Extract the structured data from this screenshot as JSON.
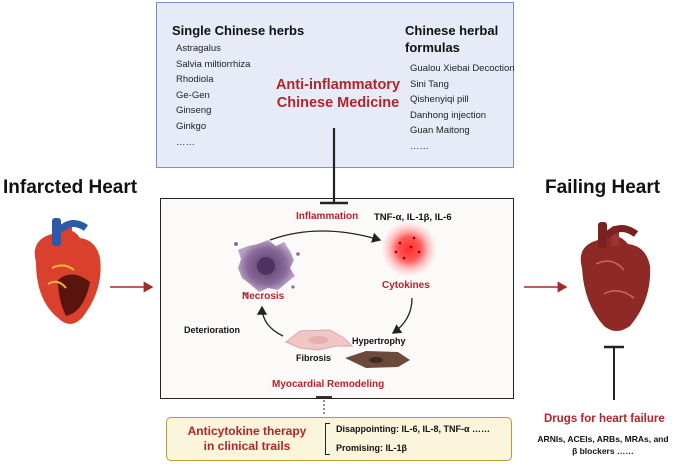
{
  "herbs": {
    "title": "Single Chinese herbs",
    "items": [
      "Astragalus",
      "Salvia miltiorrhiza",
      "Rhodiola",
      "Ge-Gen",
      "Ginseng",
      "Ginkgo",
      "……"
    ]
  },
  "formulas": {
    "title_line1": "Chinese herbal",
    "title_line2": "formulas",
    "items": [
      "Gualou Xiebai Decoction",
      "Sini Tang",
      "Qishenyiqi pill",
      "Danhong injection",
      "Guan Maitong",
      "……"
    ]
  },
  "center_label_line1": "Anti-inflammatory",
  "center_label_line2": "Chinese Medicine",
  "left_title": "Infarcted Heart",
  "right_title": "Failing Heart",
  "cycle": {
    "inflammation": "Inflammation",
    "cytokines_list": "TNF-α, IL-1β, IL-6",
    "cytokines": "Cytokines",
    "necrosis": "Necrosis",
    "hypertrophy": "Hypertrophy",
    "fibrosis": "Fibrosis",
    "deterioration": "Deterioration",
    "remodeling": "Myocardial Remodeling"
  },
  "therapy": {
    "title_line1": "Anticytokine therapy",
    "title_line2": "in clinical trails",
    "disappointing": "Disappointing: IL-6, IL-8, TNF-α ……",
    "promising": "Promising: IL-1β"
  },
  "drugs": {
    "title": "Drugs for heart failure",
    "line1": "ARNIs, ACEIs, ARBs, MRAs, and",
    "line2": "β blockers ……"
  }
}
